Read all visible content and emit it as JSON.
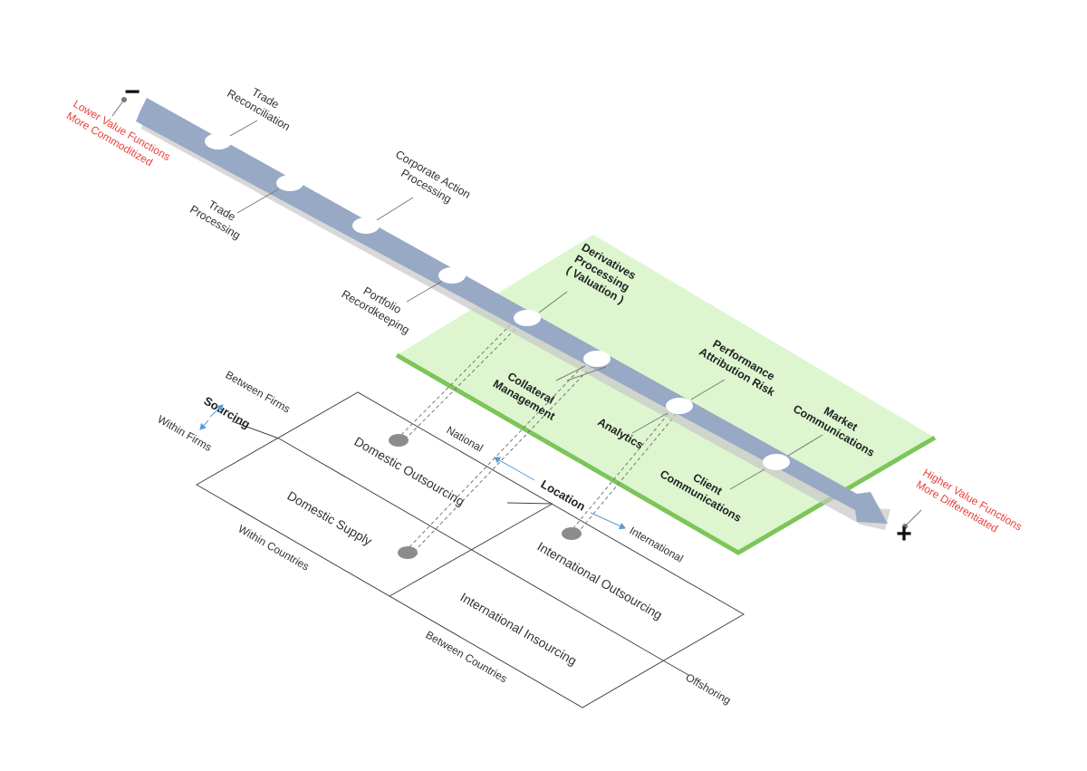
{
  "ends": {
    "low_symbol": "−",
    "high_symbol": "+",
    "low_line1": "Lower Value Functions",
    "low_line2": "More Commoditized",
    "high_line1": "Higher Value Functions",
    "high_line2": "More Differentiated"
  },
  "functions": {
    "trade_reconciliation": [
      "Trade",
      "Reconciliation"
    ],
    "trade_processing": [
      "Trade",
      "Processing"
    ],
    "corporate_action": [
      "Corporate Action",
      "Processing"
    ],
    "portfolio_recordkeeping": [
      "Portfolio",
      "Recordkeeping"
    ],
    "derivatives": [
      "Derivatives",
      "Processing",
      "( Valuation )"
    ],
    "collateral": [
      "Collateral",
      "Management"
    ],
    "analytics": [
      "Analytics"
    ],
    "performance": [
      "Performance",
      "Attribution Risk"
    ],
    "client_comm": [
      "Client",
      "Communications"
    ],
    "market_comm": [
      "Market",
      "Communications"
    ]
  },
  "matrix": {
    "sourcing_title": "Sourcing",
    "between_firms": "Between Firms",
    "within_firms": "Within Firms",
    "location_title": "Location",
    "national": "National",
    "international": "International",
    "domestic_outsourcing": "Domestic Outsourcing",
    "domestic_supply": "Domestic Supply",
    "international_outsourcing": "International Outsourcing",
    "international_insourcing": "International Insourcing",
    "within_countries": "Within Countries",
    "between_countries": "Between Countries",
    "offshoring": "Offshoring"
  },
  "colors": {
    "arrow": "#97A9C5",
    "plane_fill": "#DDF6CF",
    "plane_edge": "#7DC55A",
    "accent_red": "#E8413C",
    "axis_arrow": "#5B9BD5",
    "line": "#555555"
  }
}
